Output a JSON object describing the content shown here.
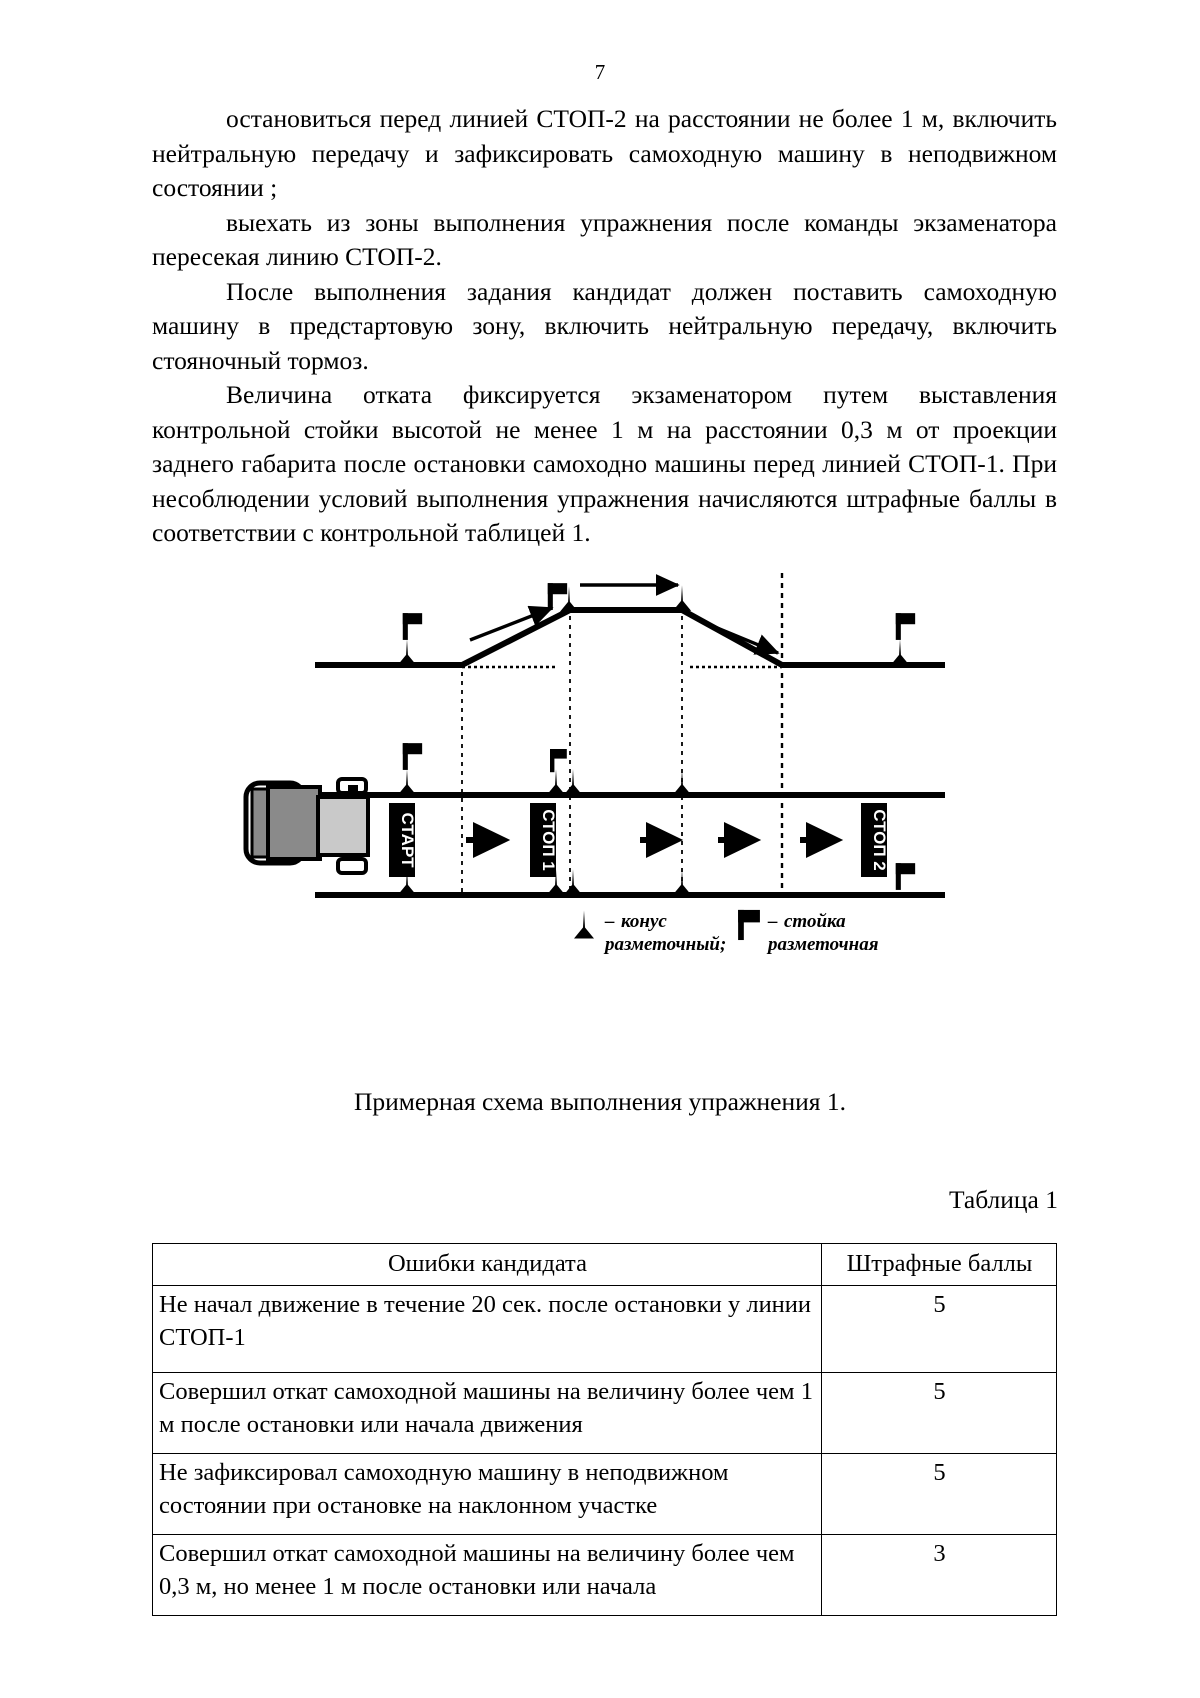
{
  "page": {
    "number": "7"
  },
  "body": {
    "paragraphs": [
      "остановиться перед линией СТОП-2 на расстоянии не более 1 м, включить нейтральную передачу и зафиксировать самоходную машину в неподвижном состоянии ;",
      "выехать из зоны выполнения упражнения после команды экзаменатора пересекая линию  СТОП-2.",
      "После выполнения задания кандидат должен поставить самоходную машину в предстартовую зону, включить нейтральную передачу, включить стояночный тормоз.",
      "Величина отката фиксируется экзаменатором путем выставления контрольной стойки высотой не менее 1 м на расстоянии 0,3 м от проекции заднего габарита после остановки самоходно машины перед линией СТОП-1. При несоблюдении условий выполнения упражнения начисляются штрафные баллы в соответствии с контрольной таблицей 1."
    ]
  },
  "figure": {
    "caption": "Примерная схема выполнения упражнения 1.",
    "markers": {
      "start": "СТАРТ",
      "stop1": "СТОП 1",
      "stop2": "СТОП 2"
    },
    "legend": [
      {
        "symbol": "cone-icon",
        "dash": "–",
        "line1": "конус",
        "line2": "разметочный;"
      },
      {
        "symbol": "post-icon",
        "dash": "–",
        "line1": "стойка",
        "line2": "разметочная"
      }
    ]
  },
  "table": {
    "label": "Таблица 1",
    "headers": [
      "Ошибки кандидата",
      "Штрафные баллы"
    ],
    "rows": [
      {
        "error": "Не начал движение в течение 20 сек. после остановки у линии СТОП-1",
        "points": "5"
      },
      {
        "error": "Совершил откат самоходной машины на величину более чем 1 м после остановки или начала движения",
        "points": "5"
      },
      {
        "error": "Не зафиксировал самоходную машину в неподвижном состоянии при остановке на наклонном участке",
        "points": "5"
      },
      {
        "error": "Совершил откат самоходной машины на величину более чем 0,3 м, но менее 1 м после остановки или начала",
        "points": "3"
      }
    ]
  },
  "colors": {
    "ink": "#000000",
    "paper": "#ffffff",
    "machine_body": "#8a8a8a",
    "machine_cab": "#c9c9c9"
  }
}
